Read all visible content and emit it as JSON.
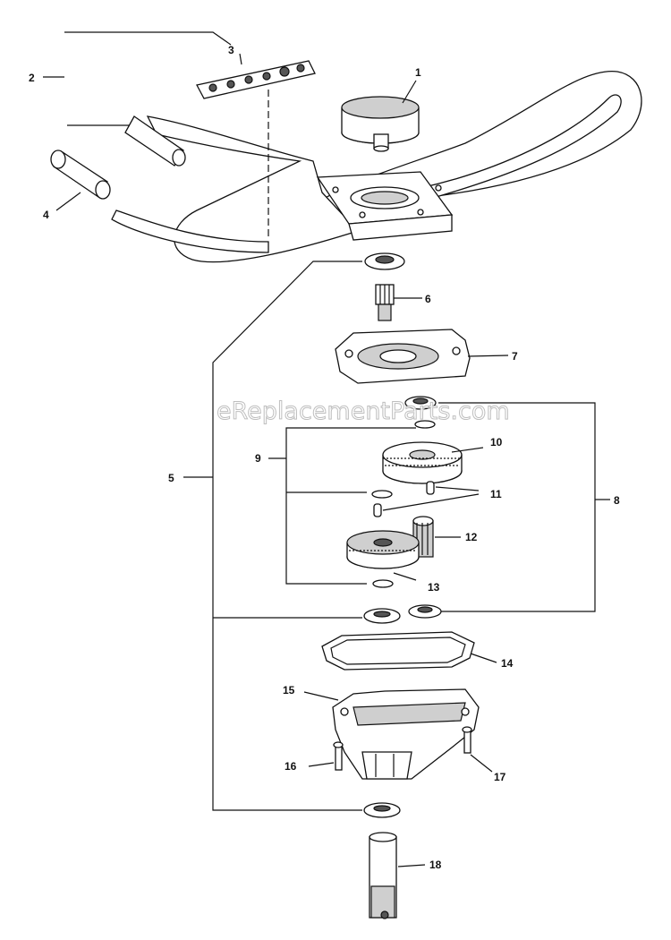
{
  "watermark": "eReplacementParts.com",
  "callouts": {
    "c1": "1",
    "c2": "2",
    "c3": "3",
    "c4": "4",
    "c5": "5",
    "c6": "6",
    "c7": "7",
    "c8": "8",
    "c9": "9",
    "c10": "10",
    "c11": "11",
    "c12": "12",
    "c13": "13",
    "c14": "14",
    "c15": "15",
    "c16": "16",
    "c17": "17",
    "c18": "18"
  }
}
